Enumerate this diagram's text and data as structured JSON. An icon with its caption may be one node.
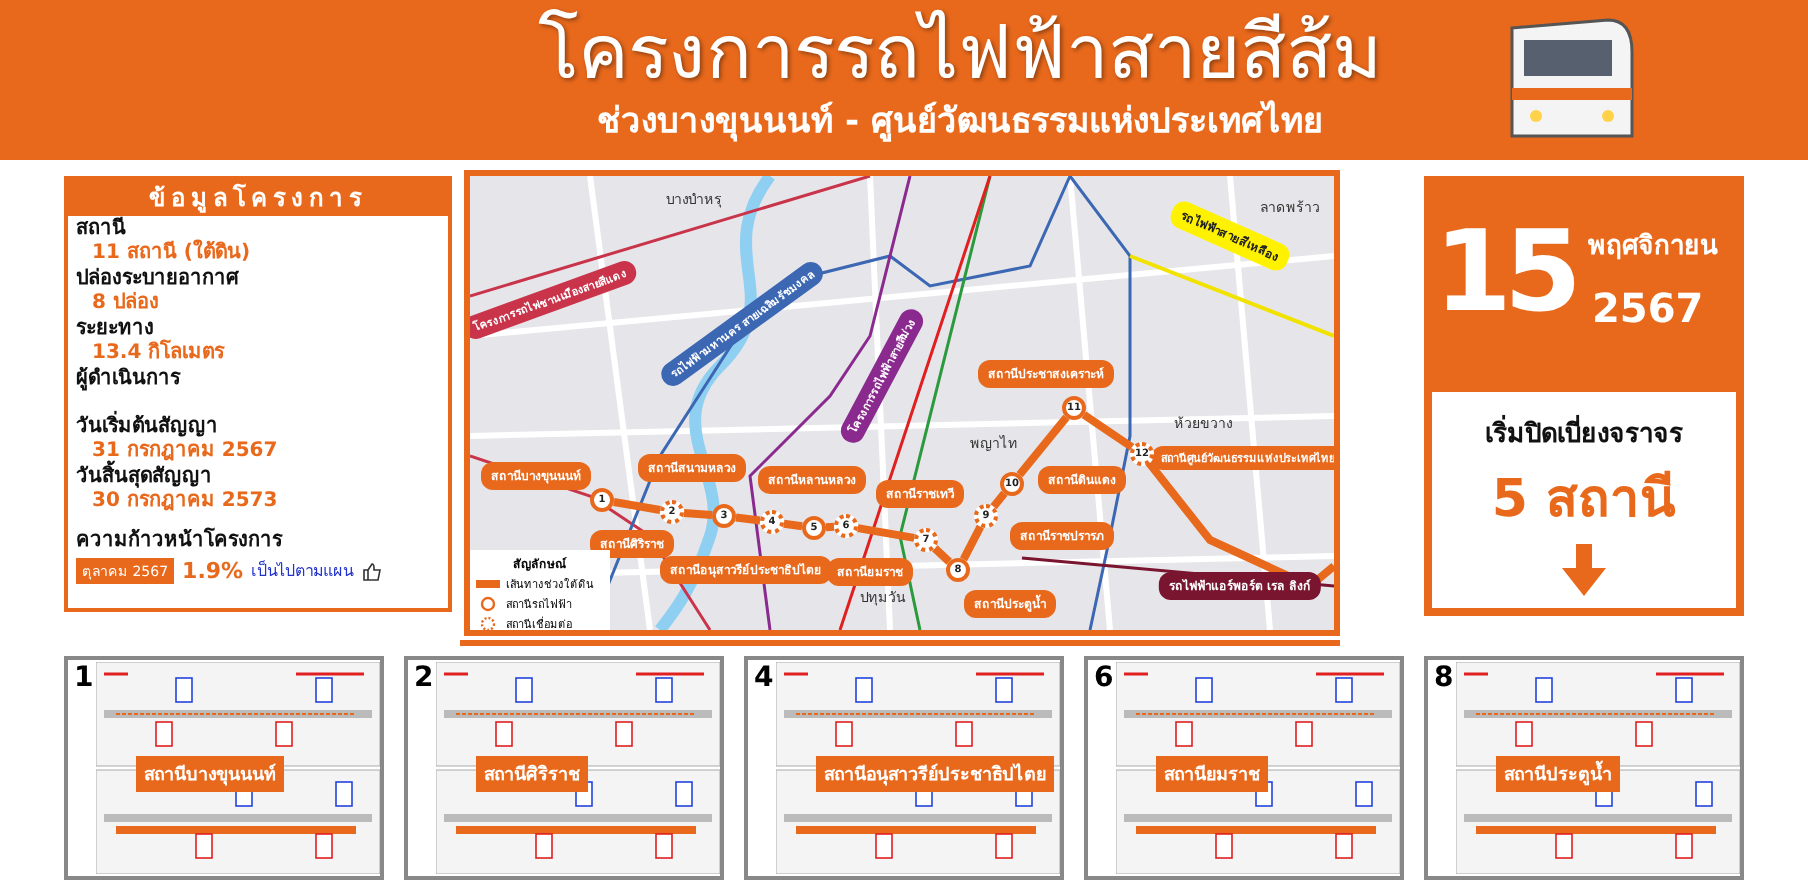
{
  "diagram": {
    "title": "โครงการรถไฟฟ้าสายสีส้ม",
    "nodes": [
      {
        "text": [
          "1"
        ]
      },
      {
        "text": [
          "2"
        ]
      },
      {
        "text": [
          "3"
        ]
      },
      {
        "text": [
          "4"
        ]
      },
      {
        "text": [
          "5"
        ]
      },
      {
        "text": [
          "6"
        ]
      },
      {
        "text": [
          "7"
        ]
      },
      {
        "text": [
          "8"
        ]
      },
      {
        "text": [
          "9"
        ]
      },
      {
        "text": [
          "10"
        ]
      },
      {
        "text": [
          "11"
        ]
      },
      {
        "text": [
          "12"
        ]
      },
      {
        "text": [
          "สถานีบางขุนนนท์"
        ]
      },
      {
        "text": [
          "สถานีศิริราช"
        ]
      },
      {
        "text": [
          "สถานีสนามหลวง"
        ]
      },
      {
        "text": [
          "สถานีอนุสาวรีย์ประชาธิปไตย"
        ]
      },
      {
        "text": [
          "สถานีหลานหลวง"
        ]
      },
      {
        "text": [
          "สถานียมราช"
        ]
      },
      {
        "text": [
          "สถานีราชเทวี"
        ]
      },
      {
        "text": [
          "สถานีประตูน้ำ"
        ]
      },
      {
        "text": [
          "สถานีราชปรารภ"
        ]
      },
      {
        "text": [
          "สถานีดินแดง"
        ]
      },
      {
        "text": [
          "สถานีประชาสงเคราะห์"
        ]
      },
      {
        "text": [
          "สถานีศูนย์วัฒนธรรมแห่งประเทศไทย"
        ]
      },
      {
        "text": [
          "โครงการรถไฟชานเมืองสายสีแดง"
        ]
      },
      {
        "text": [
          "รถไฟฟ้ามหานคร สายเฉลิมรัชมงคล"
        ]
      },
      {
        "text": [
          "โครงการรถไฟฟ้าสายสีม่วง"
        ]
      },
      {
        "text": [
          "รถไฟฟ้าสายสีเหลือง"
        ]
      },
      {
        "text": [
          "รถไฟฟ้าแอร์พอร์ต เรล ลิงก์"
        ]
      },
      {
        "text": [
          "ตุลาคม 2567"
        ]
      }
    ],
    "edges": [
      {
        "from": 0,
        "to": 1,
        "arrow": "none"
      },
      {
        "from": 1,
        "to": 2,
        "arrow": "none"
      },
      {
        "from": 2,
        "to": 3,
        "arrow": "none"
      },
      {
        "from": 3,
        "to": 4,
        "arrow": "none"
      },
      {
        "from": 4,
        "to": 5,
        "arrow": "none"
      },
      {
        "from": 5,
        "to": 6,
        "arrow": "none"
      },
      {
        "from": 6,
        "to": 7,
        "arrow": "none"
      },
      {
        "from": 7,
        "to": 8,
        "arrow": "none"
      },
      {
        "from": 8,
        "to": 9,
        "arrow": "none"
      },
      {
        "from": 9,
        "to": 10,
        "arrow": "none"
      },
      {
        "from": 10,
        "to": 11,
        "arrow": "none"
      }
    ],
    "labels": [
      "ช่วงบางขุนนนท์ - ศูนย์วัฒนธรรมแห่งประเทศไทย",
      "ข้อมูลโครงการ",
      "สถานี",
      "11 สถานี (ใต้ดิน)",
      "ปล่องระบายอากาศ",
      "8 ปล่อง",
      "ระยะทาง",
      "13.4 กิโลเมตร",
      "ผู้ดำเนินการ",
      "วันเริ่มต้นสัญญา",
      "31 กรกฎาคม 2567",
      "วันสิ้นสุดสัญญา",
      "30 กรกฎาคม 2573",
      "ความก้าวหน้าโครงการ",
      "1.9%",
      "เป็นไปตามแผน",
      "บางบำหรุ",
      "ลาดพร้าว",
      "พญาไท",
      "ห้วยขวาง",
      "ปทุมวัน",
      "สัญลักษณ์",
      "15",
      "พฤศจิกายน",
      "2567",
      "เริ่มปิดเบี่ยงจราจร",
      "5 สถานี",
      "1",
      "สถานีบางขุนนนท์",
      "2",
      "สถานีศิริราช",
      "4",
      "สถานีอนุสาวรีย์ประชาธิปไตย",
      "6",
      "สถานียมราช",
      "8",
      "สถานีประตูน้ำ"
    ],
    "legend": [
      {
        "text": "เส้นทางช่วงใต้ดิน"
      },
      {
        "text": "สถานีรถไฟฟ้า"
      },
      {
        "text": "สถานีเชื่อมต่อ"
      }
    ]
  }
}
